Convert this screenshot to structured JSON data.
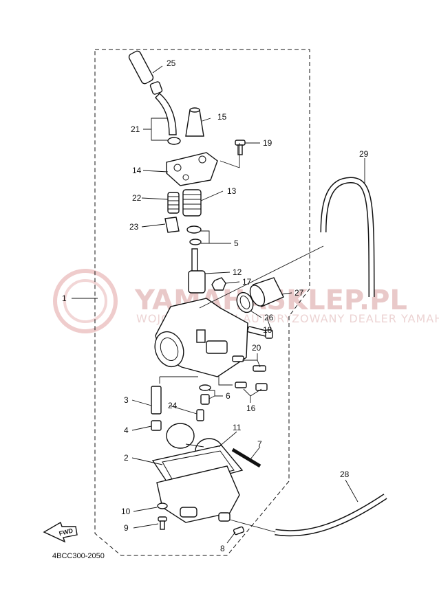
{
  "diagram": {
    "catalog_code": "4BCC300-2050",
    "fwd_label": "FWD",
    "watermark": {
      "line1": "YAMAHASKLEP.PL",
      "line2": "WOJCIECHOWSKI AUTORYZOWANY DEALER YAMAHA"
    },
    "callouts": [
      "1",
      "2",
      "3",
      "4",
      "5",
      "6",
      "7",
      "8",
      "9",
      "10",
      "11",
      "12",
      "13",
      "14",
      "15",
      "16",
      "17",
      "18",
      "19",
      "20",
      "21",
      "22",
      "23",
      "24",
      "25",
      "26",
      "27",
      "28",
      "29"
    ]
  }
}
